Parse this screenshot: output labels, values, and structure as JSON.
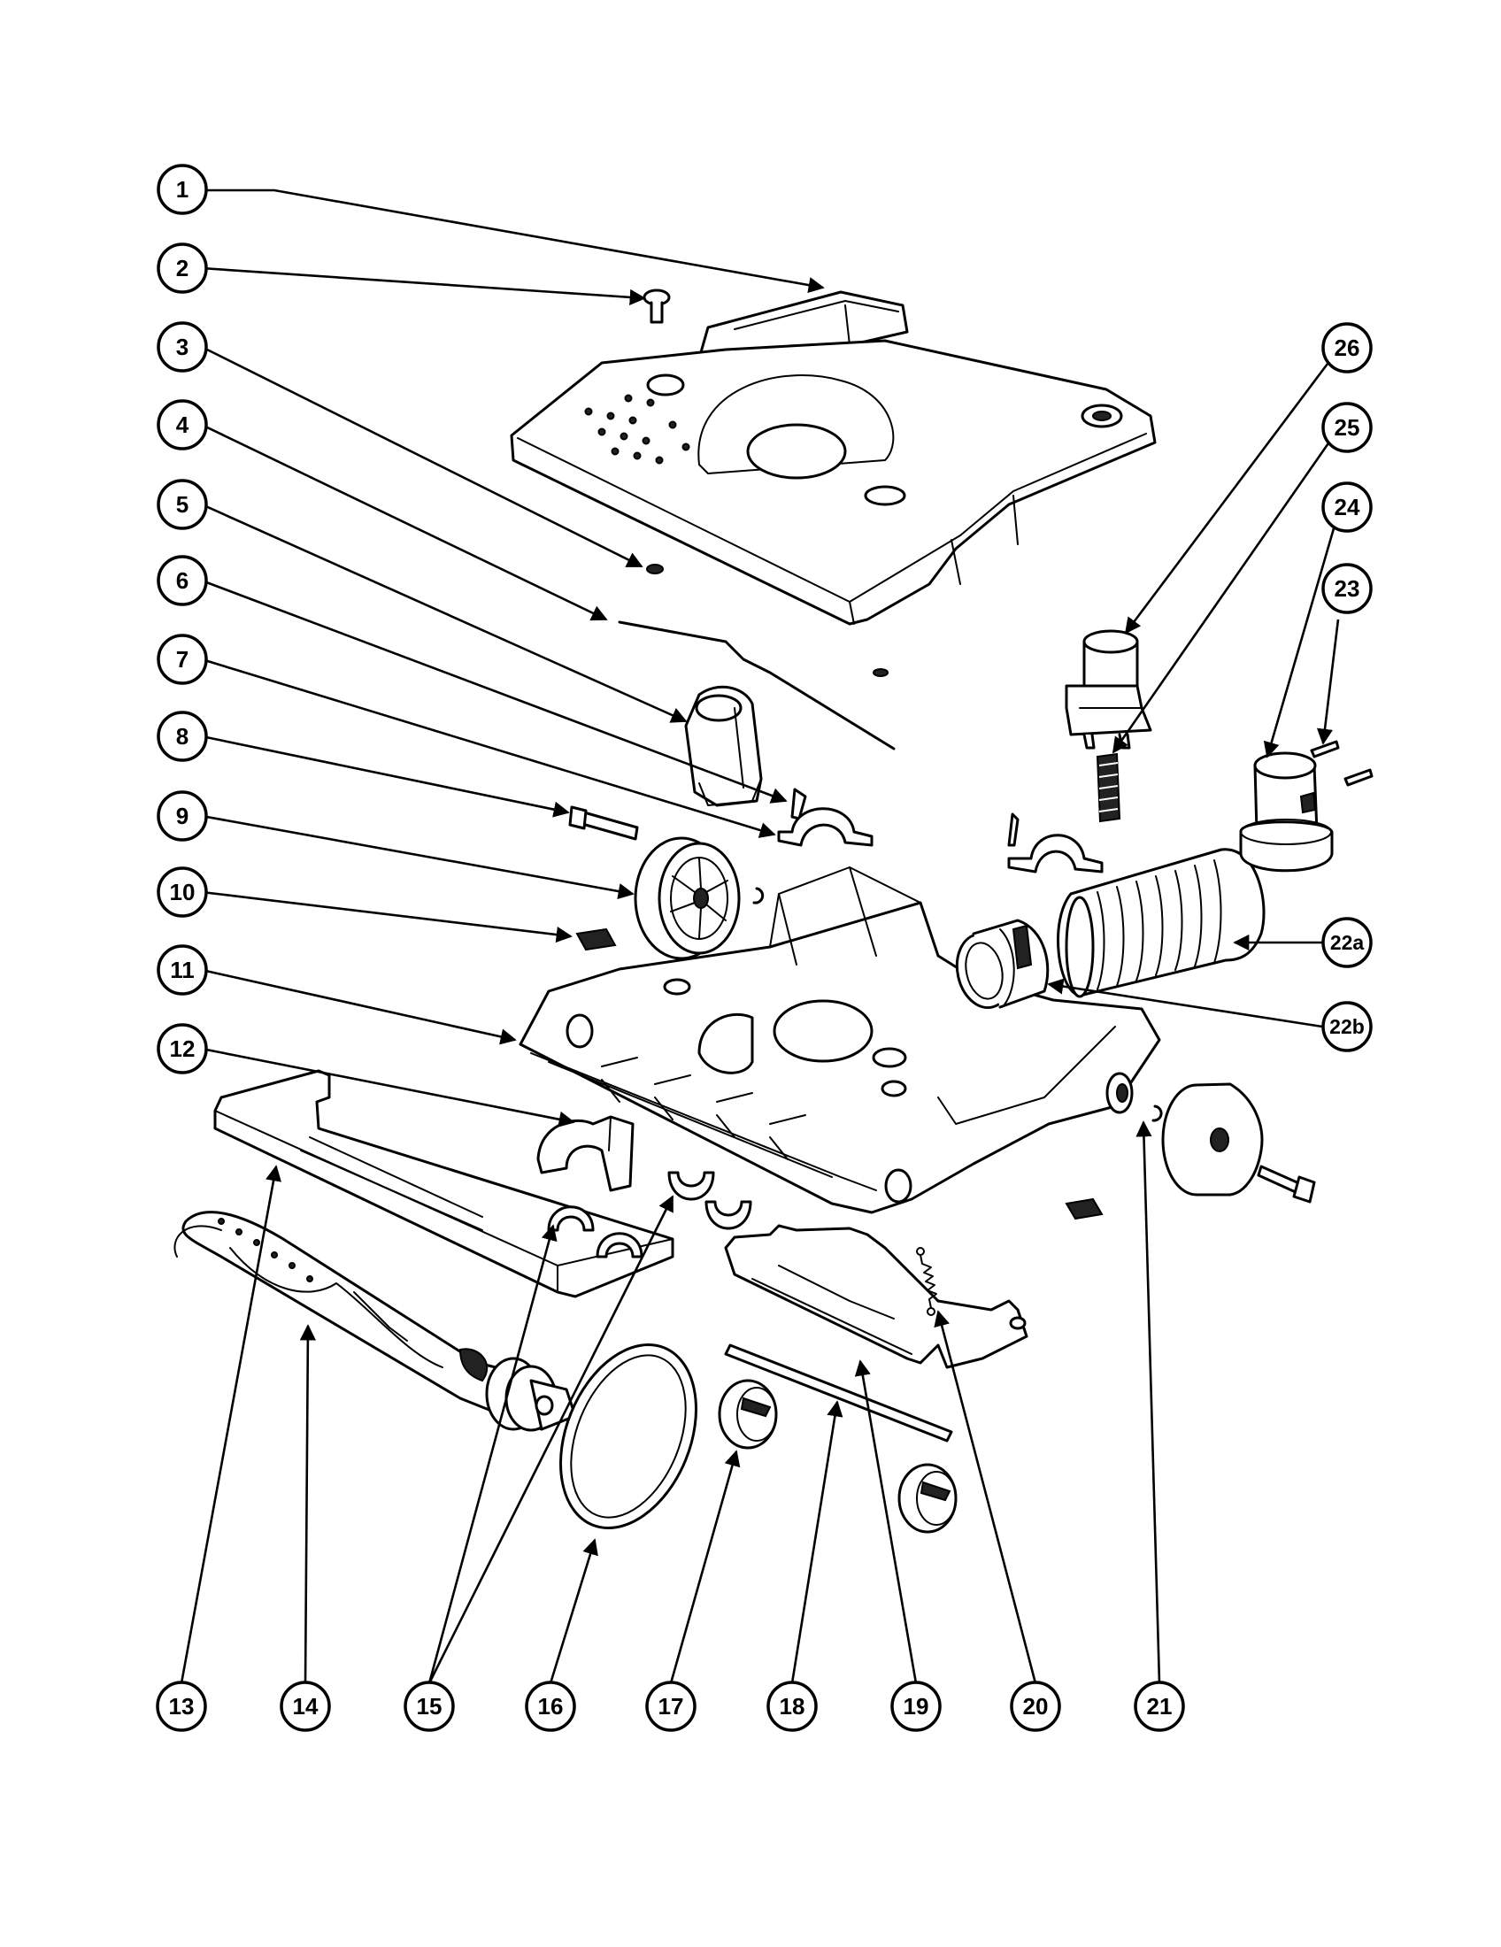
{
  "callouts": {
    "c1": "1",
    "c2": "2",
    "c3": "3",
    "c4": "4",
    "c5": "5",
    "c6": "6",
    "c7": "7",
    "c8": "8",
    "c9": "9",
    "c10": "10",
    "c11": "11",
    "c12": "12",
    "c13": "13",
    "c14": "14",
    "c15": "15",
    "c16": "16",
    "c17": "17",
    "c18": "18",
    "c19": "19",
    "c20": "20",
    "c21": "21",
    "c22a": "22a",
    "c22b": "22b",
    "c23": "23",
    "c24": "24",
    "c25": "25",
    "c26": "26"
  },
  "colors": {
    "ink": "#000000",
    "paper": "#ffffff",
    "fill_grey": "#d9d9d9"
  }
}
